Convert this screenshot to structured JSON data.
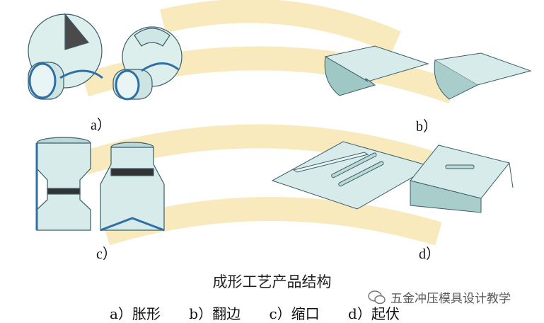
{
  "panels": [
    {
      "label": "a）"
    },
    {
      "label": "b）"
    },
    {
      "label": "c）"
    },
    {
      "label": "d）"
    }
  ],
  "title": "成形工艺产品结构",
  "legend": [
    "a）胀形",
    "b）翻边",
    "c）缩口",
    "d）起伏"
  ],
  "watermark_text": "五金冲压模具设计教学",
  "colors": {
    "part_fill": "#d7ecea",
    "edge_blue": "#2d6fa6",
    "watermark": "#f5d98a"
  }
}
